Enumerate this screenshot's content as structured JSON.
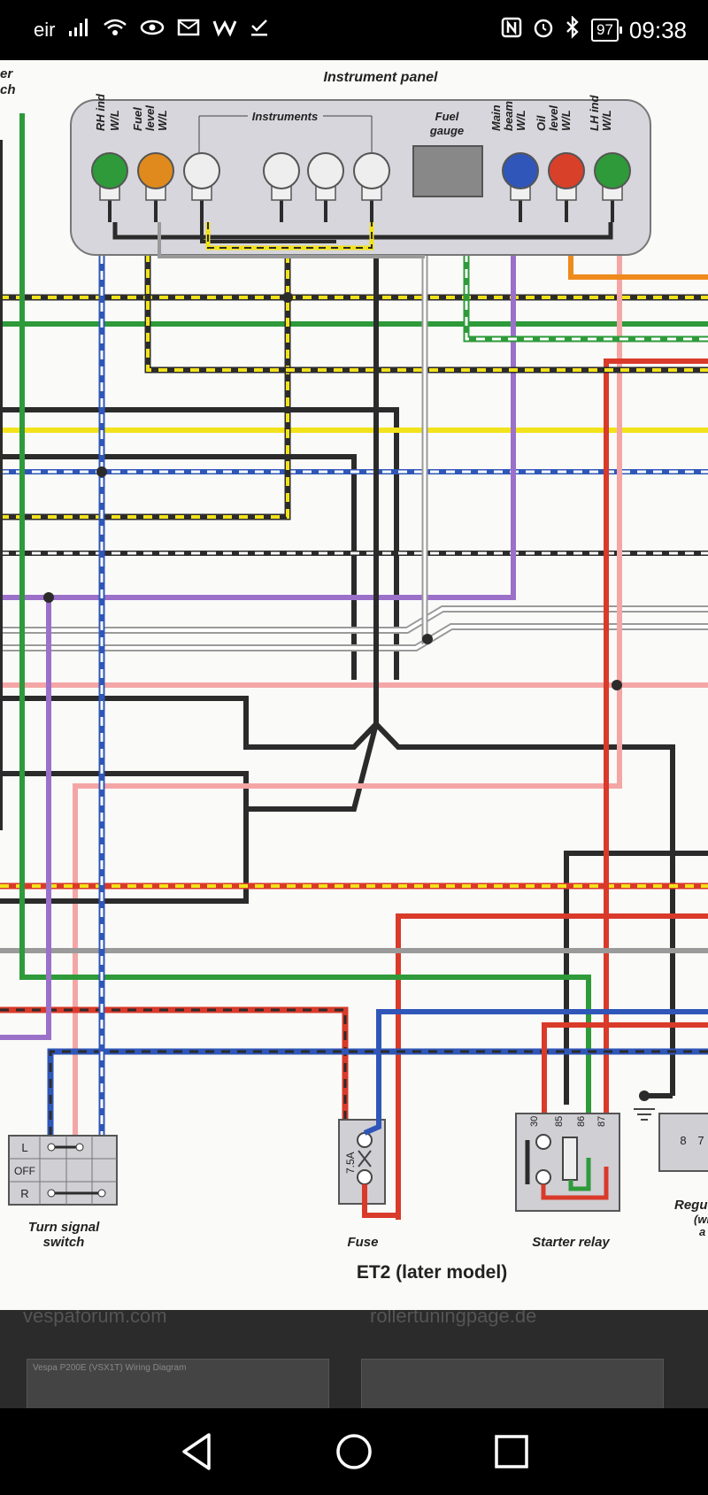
{
  "status_bar": {
    "carrier": "eir",
    "battery_level": "97",
    "time": "09:38",
    "icons": [
      "signal-icon",
      "wifi-icon",
      "eye-icon",
      "mail-icon",
      "w-icon",
      "download-done-icon",
      "nfc-icon",
      "alarm-icon",
      "bluetooth-icon",
      "battery-icon"
    ]
  },
  "diagram": {
    "partial_left_label_top": "er",
    "partial_left_label_bottom": "ch",
    "instrument_panel_title": "Instrument panel",
    "instruments_label": "Instruments",
    "fuel_gauge_label_1": "Fuel",
    "fuel_gauge_label_2": "gauge",
    "lamps": [
      {
        "label_1": "RH ind",
        "label_2": "W/L",
        "color": "#2e9a3a"
      },
      {
        "label_1": "Fuel",
        "label_2": "level",
        "label_3": "W/L",
        "color": "#e08a1e"
      },
      {
        "label_1": "",
        "color": "#eeeeee"
      },
      {
        "label_1": "",
        "color": "#eeeeee"
      },
      {
        "label_1": "",
        "color": "#eeeeee"
      },
      {
        "label_1": "",
        "color": "#eeeeee"
      },
      {
        "label_1": "Main",
        "label_2": "beam",
        "label_3": "W/L",
        "color": "#2f56b8"
      },
      {
        "label_1": "Oil",
        "label_2": "level",
        "label_3": "W/L",
        "color": "#d8402a"
      },
      {
        "label_1": "LH ind",
        "label_2": "W/L",
        "color": "#2e9a3a"
      }
    ],
    "turn_signal_positions": [
      "L",
      "OFF",
      "R"
    ],
    "turn_signal_label_1": "Turn signal",
    "turn_signal_label_2": "switch",
    "fuse_rating": "7.5A",
    "fuse_label": "Fuse",
    "relay_pins": [
      "30",
      "85",
      "86",
      "87"
    ],
    "starter_relay_label": "Starter relay",
    "regulator_pins": [
      "8",
      "7"
    ],
    "regulator_label": "Regu",
    "regulator_sub_1": "(wi",
    "regulator_sub_2": "a",
    "caption": "ET2 (later model)"
  },
  "below_results": {
    "source_1": "vespaforum.com",
    "source_2": "rollertuningpage.de",
    "thumb_1_caption": "Vespa P200E (VSX1T) Wiring Diagram"
  },
  "colors": {
    "green": "#2e9a3a",
    "yellow": "#f2e21b",
    "black": "#2b2b2b",
    "blue": "#2f56b8",
    "violet": "#9b70c9",
    "red": "#d93a2a",
    "pink": "#f4a6a6",
    "orange": "#ef8a1d",
    "white": "#ffffff",
    "grey": "#9a9a9a"
  },
  "nav_bar": {
    "icons": [
      "back-icon",
      "home-icon",
      "recents-icon"
    ]
  }
}
